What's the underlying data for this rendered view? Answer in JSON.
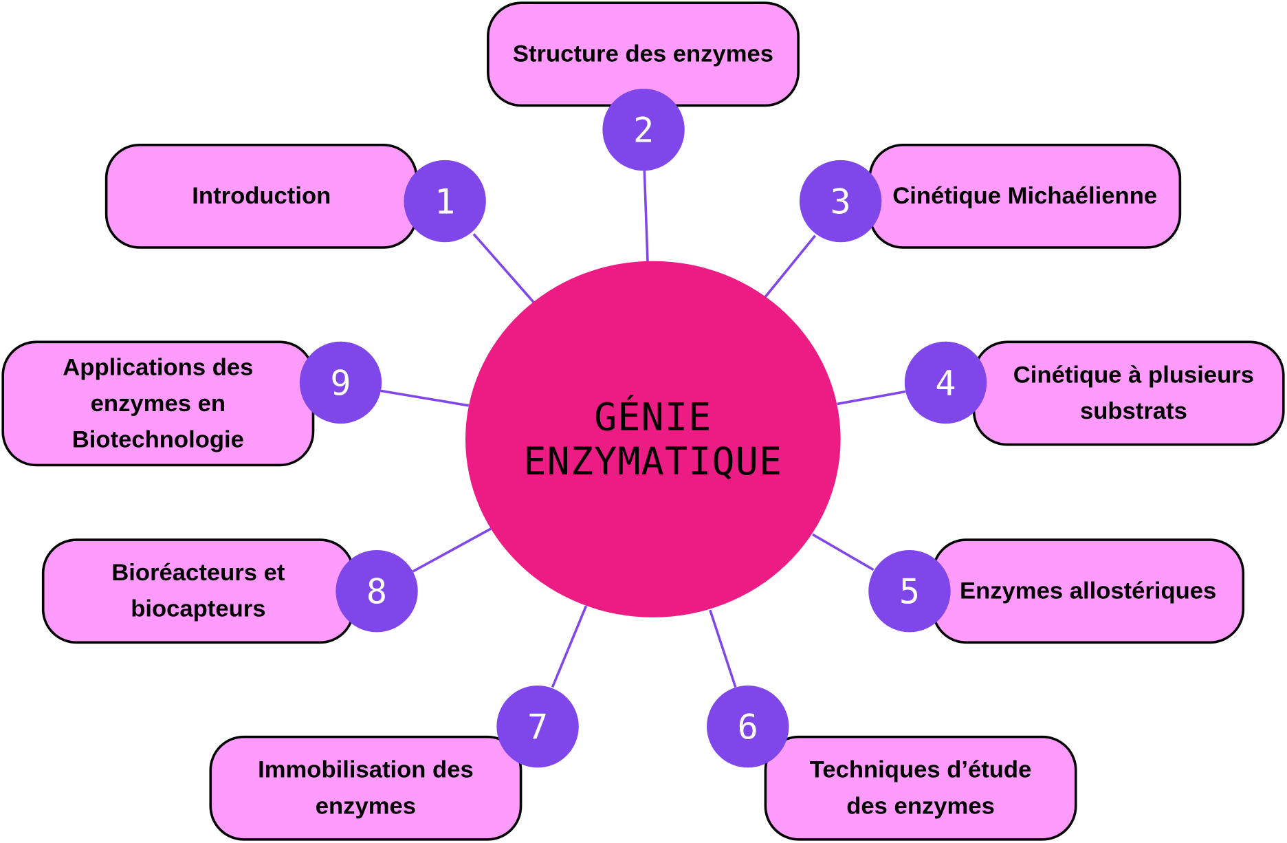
{
  "title": "GÉNIE\nENZYMATIQUE",
  "colors": {
    "center": "#ec1c84",
    "box": "#fe9bfc",
    "badge": "#7f47ea",
    "line": "#7f47ea"
  },
  "topics": [
    {
      "number": "1",
      "label": "Introduction"
    },
    {
      "number": "2",
      "label": "Structure des enzymes"
    },
    {
      "number": "3",
      "label": "Cinétique Michaélienne"
    },
    {
      "number": "4",
      "label": "Cinétique à plusieurs substrats"
    },
    {
      "number": "5",
      "label": "Enzymes allostériques"
    },
    {
      "number": "6",
      "label": "Techniques  d’étude des enzymes"
    },
    {
      "number": "7",
      "label": "Immobilisation des enzymes"
    },
    {
      "number": "8",
      "label": "Bioréacteurs et biocapteurs"
    },
    {
      "number": "9",
      "label": "Applications des enzymes en Biotechnologie"
    }
  ]
}
